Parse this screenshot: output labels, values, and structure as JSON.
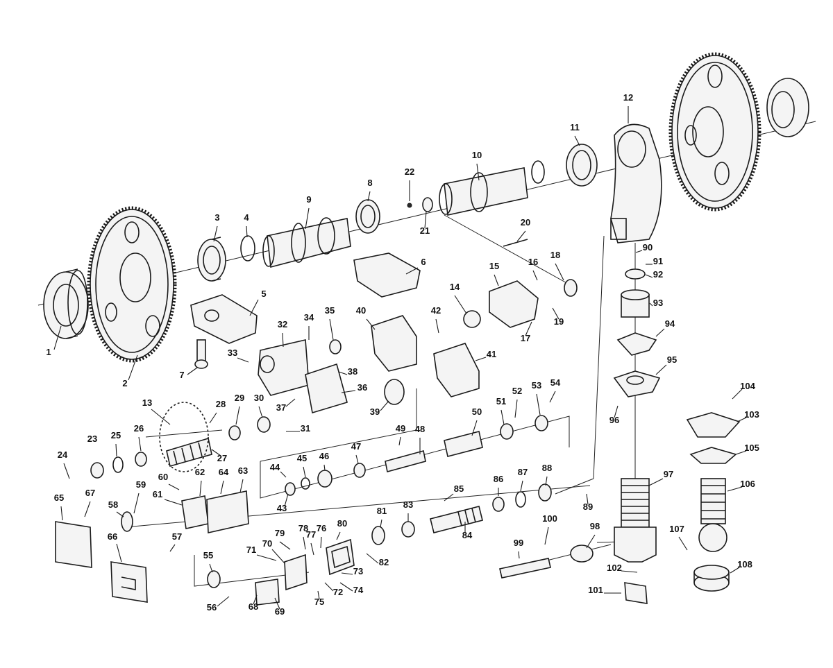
{
  "diagram": {
    "type": "exploded-parts-view",
    "callouts": [
      "1",
      "2",
      "3",
      "4",
      "5",
      "6",
      "7",
      "8",
      "9",
      "10",
      "11",
      "12",
      "13",
      "14",
      "15",
      "16",
      "17",
      "18",
      "19",
      "20",
      "21",
      "22",
      "23",
      "24",
      "25",
      "26",
      "27",
      "28",
      "29",
      "30",
      "31",
      "32",
      "33",
      "34",
      "35",
      "36",
      "37",
      "38",
      "39",
      "40",
      "41",
      "42",
      "43",
      "44",
      "45",
      "46",
      "47",
      "48",
      "49",
      "50",
      "51",
      "52",
      "53",
      "54",
      "55",
      "56",
      "57",
      "58",
      "59",
      "60",
      "61",
      "62",
      "63",
      "64",
      "65",
      "66",
      "67",
      "68",
      "69",
      "70",
      "71",
      "72",
      "73",
      "74",
      "75",
      "76",
      "77",
      "78",
      "79",
      "80",
      "81",
      "82",
      "83",
      "84",
      "85",
      "86",
      "87",
      "88",
      "89",
      "90",
      "91",
      "92",
      "93",
      "94",
      "95",
      "96",
      "97",
      "98",
      "99",
      "100",
      "101",
      "102",
      "103",
      "104",
      "105",
      "106",
      "107",
      "108"
    ]
  }
}
